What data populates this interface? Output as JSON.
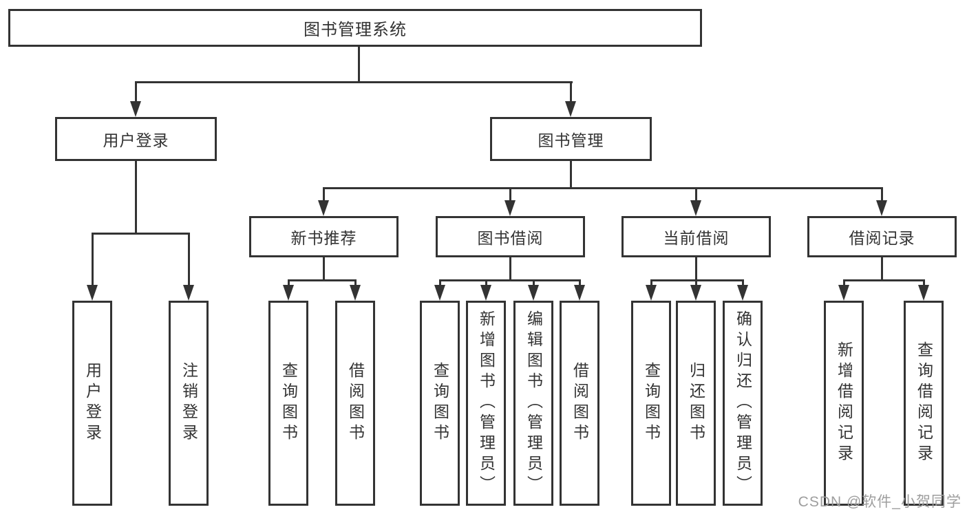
{
  "tree": {
    "root": {
      "label": "图书管理系统",
      "children": [
        {
          "label": "用户登录",
          "children": [
            {
              "label": "用户登录"
            },
            {
              "label": "注销登录"
            }
          ]
        },
        {
          "label": "图书管理",
          "children": [
            {
              "label": "新书推荐",
              "children": [
                {
                  "label": "查询图书"
                },
                {
                  "label": "借阅图书"
                }
              ]
            },
            {
              "label": "图书借阅",
              "children": [
                {
                  "label": "查询图书"
                },
                {
                  "label": "新增图书（管理员）"
                },
                {
                  "label": "编辑图书（管理员）"
                },
                {
                  "label": "借阅图书"
                }
              ]
            },
            {
              "label": "当前借阅",
              "children": [
                {
                  "label": "查询图书"
                },
                {
                  "label": "归还图书"
                },
                {
                  "label": "确认归还（管理员）"
                }
              ]
            },
            {
              "label": "借阅记录",
              "children": [
                {
                  "label": "新增借阅记录"
                },
                {
                  "label": "查询借阅记录"
                }
              ]
            }
          ]
        }
      ]
    }
  },
  "watermark": "CSDN @软件_小贺同学",
  "colors": {
    "line": "#333333",
    "text": "#333333",
    "watermark": "#9e9e9e",
    "background": "#ffffff"
  }
}
